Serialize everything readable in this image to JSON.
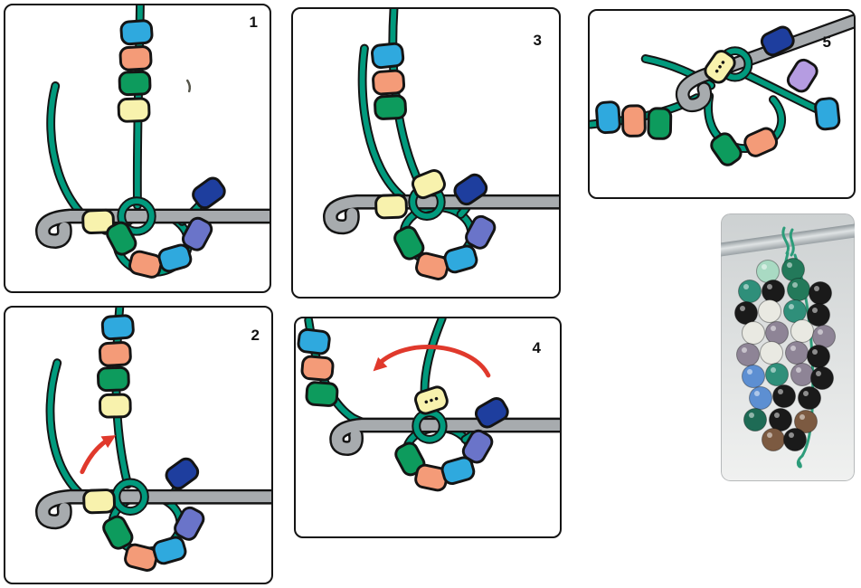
{
  "steps": [
    {
      "label": "1",
      "strand_beads": [
        "cyan",
        "salmon",
        "green",
        "yellow"
      ],
      "hook_beads": [
        "yellow",
        "navy"
      ],
      "ring_beads": [
        "green",
        "salmon",
        "cyan",
        "purple"
      ],
      "red_arrow": false
    },
    {
      "label": "2",
      "strand_beads": [
        "cyan",
        "salmon",
        "green",
        "yellow"
      ],
      "hook_beads": [
        "yellow",
        "navy"
      ],
      "ring_beads": [
        "green",
        "salmon",
        "cyan",
        "purple"
      ],
      "red_arrow": true
    },
    {
      "label": "3",
      "strand_beads": [
        "cyan",
        "salmon",
        "green"
      ],
      "hook_beads": [
        "yellow",
        "yellow",
        "navy"
      ],
      "ring_beads": [
        "green",
        "salmon",
        "cyan",
        "purple"
      ],
      "red_arrow": false
    },
    {
      "label": "4",
      "strand_beads": [
        "cyan",
        "salmon",
        "green"
      ],
      "hook_beads": [
        "yellow",
        "navy"
      ],
      "ring_beads": [
        "green",
        "salmon",
        "cyan",
        "purple"
      ],
      "red_arrow": true
    },
    {
      "label": "5",
      "strand_beads": [
        "cyan",
        "salmon",
        "green"
      ],
      "hook_beads": [
        "yellow",
        "navy",
        "lavender",
        "cyan"
      ],
      "ring_beads": [
        "green",
        "salmon"
      ],
      "red_arrow": false
    }
  ],
  "colors": {
    "outline": "#141414",
    "yarn": "#019a7d",
    "hook": "#a7abae",
    "arrow": "#e0392c",
    "bead_cyan": "#2fa9de",
    "bead_salmon": "#f49b78",
    "bead_green": "#0d9b5d",
    "bead_yellow": "#f8f2ad",
    "bead_navy": "#1e3e9e",
    "bead_purple": "#6a74c9",
    "bead_lavender": "#b59ce1",
    "photo_yarn": "#2d9c7a",
    "p_black": "#1a1a1a",
    "p_white": "#e9e9e2",
    "p_teal": "#2f8f7a",
    "p_green": "#23795a",
    "p_mint": "#a9dac3",
    "p_mauve": "#8e8496",
    "p_blue": "#5d8fd2",
    "p_brown": "#7c5a41",
    "p_darkteal": "#1e6b55"
  },
  "photo": {
    "bead_colors": [
      "black",
      "white",
      "teal",
      "green",
      "mint",
      "mauve",
      "blue",
      "brown",
      "darkteal"
    ],
    "yarn": "green"
  }
}
